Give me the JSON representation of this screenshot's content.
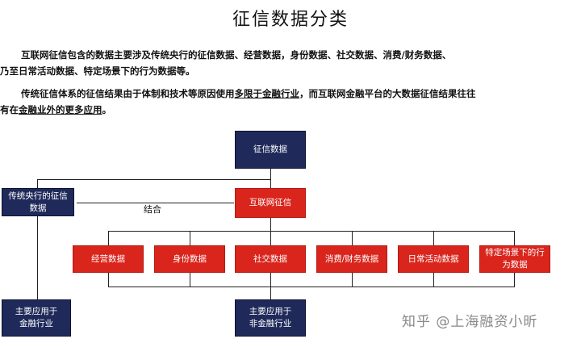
{
  "title": "征信数据分类",
  "para1": {
    "line1": "互联网征信包含的数据主要涉及传统央行的征信数据、经营数据，身份数据、社交数据、消费/财务数据、",
    "line2": "乃至日常活动数据、特定场景下的行为数据等。"
  },
  "para2": {
    "line1_pre": "传统征信体系的征信结果由于体制和技术等原因使用",
    "line1_u": "多限于金融行业",
    "line1_post": "，而互联网金融平台的大数据征信结果往往",
    "line2_pre": "有在",
    "line2_u": "金融业外的更多应用",
    "line2_post": "。"
  },
  "diagram": {
    "root": "征信数据",
    "traditional": "传统央行的征信数据",
    "internet": "互联网征信",
    "combine_label": "结合",
    "categories": [
      "经营数据",
      "身份数据",
      "社交数据",
      "消费/财务数据",
      "日常活动数据",
      "特定场景下的行为数据"
    ],
    "app_finance": "主要应用于金融行业",
    "app_nonfinance": "主要应用于非金融行业"
  },
  "watermark": "知乎 @上海融资小昕",
  "colors": {
    "navy": "#1f2a5a",
    "red": "#d9251c"
  }
}
